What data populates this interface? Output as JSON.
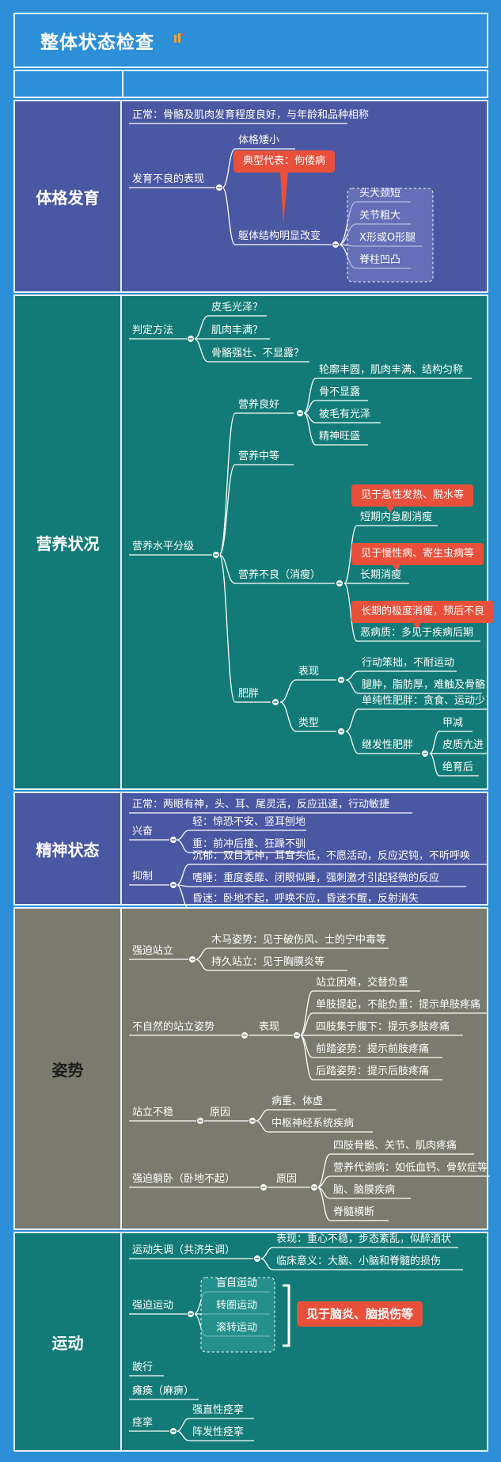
{
  "title": "整体状态检查",
  "sections": {
    "physique": {
      "label": "体格发育",
      "normal": "正常：骨骼及肌肉发育程度良好，与年龄和品种相称",
      "poor": "发育不良的表现",
      "dwarf": "体格矮小",
      "callout": "典型代表：佝偻病",
      "body_change": "躯体结构明显改变",
      "changes": [
        "头大颈短",
        "关节粗大",
        "X形或O形腿",
        "脊柱凹凸"
      ]
    },
    "nutrition": {
      "label": "营养状况",
      "method": "判定方法",
      "methods": [
        "皮毛光泽？",
        "肌肉丰满？",
        "骨骼强壮、不显露？"
      ],
      "grading": "营养水平分级",
      "good": "营养良好",
      "good_items": [
        "轮廓丰圆，肌肉丰满、结构匀称",
        "骨不显露",
        "被毛有光泽",
        "精神旺盛"
      ],
      "medium": "营养中等",
      "poor": "营养不良（消瘦）",
      "poor_items": [
        "短期内急剧消瘦",
        "长期消瘦",
        "恶病质：多见于疾病后期"
      ],
      "callouts": [
        "见于急性发热、脱水等",
        "见于慢性病、寄生虫病等",
        "长期的极度消瘦，预后不良"
      ],
      "fat": "肥胖",
      "fat_show": "表现",
      "fat_show_items": [
        "行动笨拙，不耐运动",
        "腿肿，脂肪厚，难触及骨骼"
      ],
      "fat_type": "类型",
      "fat_simple": "单纯性肥胖：贪食、运动少",
      "fat_secondary": "继发性肥胖",
      "fat_secondary_items": [
        "甲减",
        "皮质亢进",
        "绝育后"
      ]
    },
    "mental": {
      "label": "精神状态",
      "normal": "正常：两眼有神，头、耳、尾灵活，反应迅速，行动敏捷",
      "excite": "兴奋",
      "excite_items": [
        "轻：惊恐不安、竖耳刨地",
        "重：前冲后撞、狂躁不驯"
      ],
      "inhibit": "抑制",
      "inhibit_items": [
        "沉郁：双目无神，耳耷头低，不愿活动，反应迟钝，不听呼唤",
        "嗜睡：重度委靡、闭眼似睡，强刺激才引起轻微的反应",
        "昏迷：卧地不起，呼唤不应，昏迷不醒，反射消失"
      ]
    },
    "posture": {
      "label": "姿势",
      "forced_stand": "强迫站立",
      "forced_stand_items": [
        "木马姿势：见于破伤风、士的宁中毒等",
        "持久站立：见于胸膜炎等"
      ],
      "unnatural": "不自然的站立姿势",
      "show": "表现",
      "unnatural_items": [
        "站立困难，交替负重",
        "单肢提起，不能负重：提示单肢疼痛",
        "四肢集于腹下：提示多肢疼痛",
        "前踏姿势：提示前肢疼痛",
        "后踏姿势：提示后肢疼痛"
      ],
      "unstable": "站立不稳",
      "cause": "原因",
      "unstable_items": [
        "病重、体虚",
        "中枢神经系统疾病"
      ],
      "forced_lie": "强迫躺卧（卧地不起）",
      "cause2": "原因",
      "forced_lie_items": [
        "四肢骨骼、关节、肌肉疼痛",
        "营养代谢病：如低血钙、骨软症等",
        "脑、脑膜疾病",
        "脊髓横断"
      ]
    },
    "movement": {
      "label": "运动",
      "ataxia": "运动失调（共济失调）",
      "ataxia_items": [
        "表现：重心不稳，步态紊乱，似醉酒状",
        "临床意义：大脑、小脑和脊髓的损伤"
      ],
      "forced": "强迫运动",
      "forced_items": [
        "盲目运动",
        "转圈运动",
        "滚转运动"
      ],
      "callout": "见于脑炎、脑损伤等",
      "lame": "跛行",
      "paralysis": "瘫痪（麻痹）",
      "spasm": "痉挛",
      "spasm_items": [
        "强直性痉挛",
        "阵发性痉挛"
      ]
    }
  },
  "colors": {
    "page": "#2c8fd8",
    "physique": "#4a57a3",
    "nutrition": "#137b77",
    "mental": "#4a57a3",
    "posture": "#7b7a6e",
    "movement": "#137b77",
    "callout": "#e8503b",
    "line": "#ffffff"
  }
}
